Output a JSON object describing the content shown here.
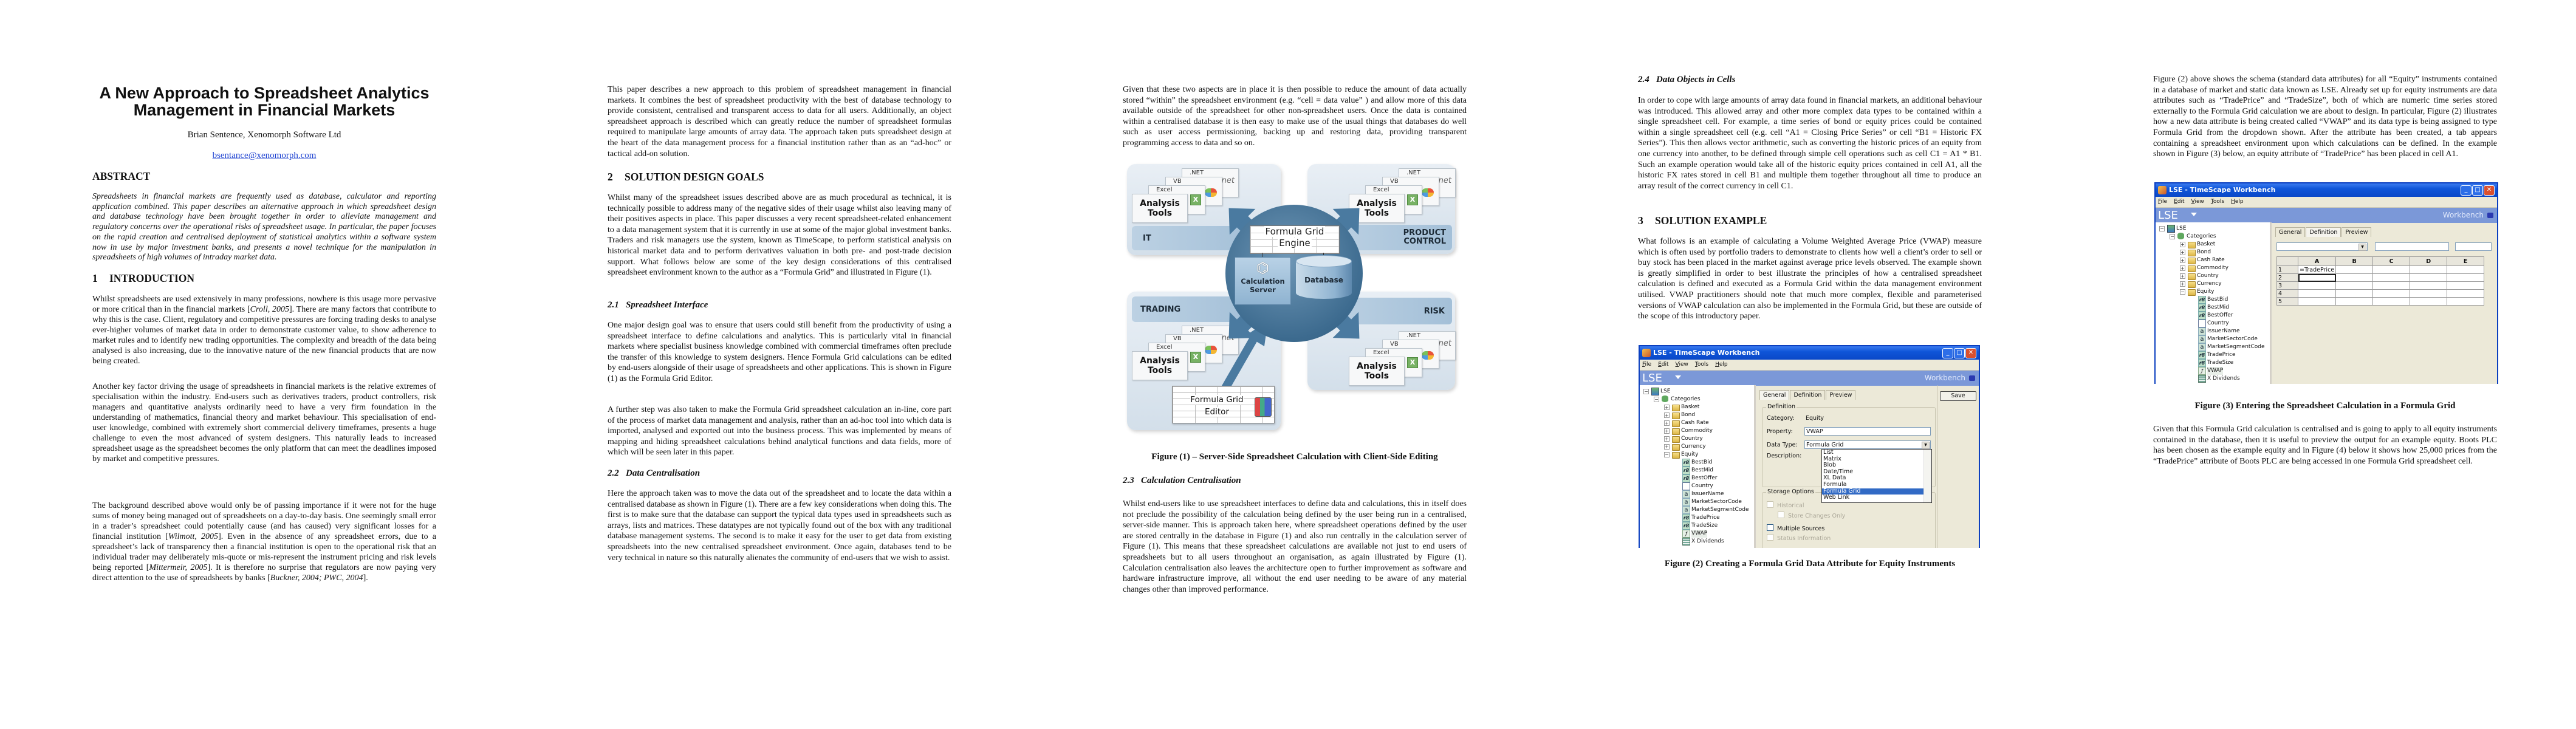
{
  "page1": {
    "title_line1": "A New Approach to Spreadsheet Analytics",
    "title_line2": "Management in Financial Markets",
    "author": "Brian Sentence, Xenomorph Software Ltd",
    "email": "bsentance@xenomorph.com",
    "abstract_heading": "ABSTRACT",
    "abstract": "Spreadsheets in financial markets are frequently used as database, calculator and reporting application combined. This paper describes an alternative approach in which spreadsheet design and database technology have been brought together in order to alleviate management and regulatory concerns over the operational risks of spreadsheet usage. In particular, the paper focuses on the rapid creation and centralised deployment of statistical analytics within a software system now in use by major investment banks, and presents a novel technique for the manipulation in spreadsheets of high volumes of intraday market data.",
    "section1_num": "1",
    "section1_title": "INTRODUCTION",
    "intro": [
      [
        "Whilst spreadsheets are used extensively in many professions, nowhere is this usage more pervasive or more critical than in the financial markets [",
        "Croll, 2005",
        "]. There are many factors that contribute to why this is the case. Client, regulatory and competitive pressures are forcing trading desks to analyse ever-higher volumes of market data in order to demonstrate customer value, to show adherence to market rules and to identify new trading opportunities. The complexity and breadth of the data being analysed is also increasing, due to the innovative nature of the new financial products that are now being created."
      ],
      [
        "Another key factor driving the usage of spreadsheets in financial markets is the relative extremes of specialisation within the industry. End-users such as derivatives traders, product controllers, risk managers and quantitative analysts ordinarily need to have a very firm foundation in the understanding of mathematics, financial theory and market behaviour. This specialisation of end-user knowledge, combined with extremely short commercial delivery timeframes, presents a huge challenge to even the most advanced of system designers. This naturally leads to increased spreadsheet usage as the spreadsheet becomes the only platform that can meet the deadlines imposed by market and competitive pressures."
      ],
      [
        "The background described above would only be of passing importance if it were not for the huge sums of money being managed out of spreadsheets on a day-to-day basis. One seemingly small error in a trader’s spreadsheet could potentially cause (and has caused) very significant losses for a financial institution [",
        "Wilmott, 2005",
        "]. Even in the absence of any spreadsheet errors, due to a spreadsheet’s lack of transparency then a financial institution is open to the operational risk that an individual trader may deliberately mis-quote or mis-represent the instrument pricing and risk levels being reported [",
        "Mittermeir, 2005",
        "]. It is therefore no surprise that regulators are now paying very direct attention to the use of spreadsheets by banks [",
        "Buckner, 2004;  PWC, 2004",
        "]."
      ]
    ]
  },
  "page2": {
    "intro_cont": "This paper describes a new approach to this problem of spreadsheet management in financial markets. It combines the best of spreadsheet productivity with the best of database technology to provide consistent, centralised and transparent access to data for all users. Additionally, an object spreadsheet approach is described which can greatly reduce the number of spreadsheet formulas required to manipulate large amounts of array data. The approach taken puts spreadsheet design at the heart of the data management process for a financial institution rather than as an “ad-hoc” or tactical add-on solution.",
    "section2_num": "2",
    "section2_title": "SOLUTION DESIGN GOALS",
    "section2_text": "Whilst many of the spreadsheet issues described above are as much procedural as technical, it is technically possible to address many of the negative sides of their usage whilst also leaving many of their positives aspects in place. This paper discusses a very recent spreadsheet-related enhancement to a data management system that it is currently in use at some of the major global investment banks. Traders and risk managers use the system, known as TimeScape, to perform statistical analysis on historical market data and to perform derivatives valuation in both pre- and post-trade decision support. What follows below are some of the key design considerations of this centralised spreadsheet environment known to the author as a “Formula Grid” and illustrated in Figure (1).",
    "sub21_num": "2.1",
    "sub21_title": "Spreadsheet Interface",
    "sub21_p1": "One major design goal was to ensure that users could still benefit from the productivity of using a spreadsheet interface to define calculations and analytics. This is particularly vital in financial markets where specialist business knowledge combined with commercial timeframes often preclude the transfer of this knowledge to system designers. Hence Formula Grid calculations can be edited by end-users alongside of their usage of spreadsheets and other applications. This is shown in Figure (1) as the Formula Grid Editor.",
    "sub21_p2": "A further step was also taken to make the Formula Grid spreadsheet calculation an in-line, core part of the process of market data management and analysis, rather than an ad-hoc tool into which data is imported, analysed and exported out into the business process. This was implemented by means of mapping and hiding spreadsheet calculations behind analytical functions and data fields, more of which will be seen later in this paper.",
    "sub22_num": "2.2",
    "sub22_title": "Data Centralisation",
    "sub22_p1": "Here the approach taken was to move the data out of the spreadsheet and to locate the data within a centralised database as shown in Figure (1). There are a few key considerations when doing this. The first is to make sure that the database can support the typical data types used in spreadsheets such as arrays, lists and matrices. These datatypes are not typically found out of the box with any traditional database management systems. The second is to make it easy for the user to get data from existing spreadsheets into the new centralised spreadsheet environment. Once again, databases tend to be very technical in nature so this naturally alienates the community of end-users that we wish to assist."
  },
  "page3": {
    "p1": "Given that these two aspects are in place it is then possible to reduce the amount of data actually stored “within” the spreadsheet environment (e.g. “cell = data value” ) and allow more of this data available outside of the spreadsheet for other non-spreadsheet users. Once the data is contained within a centralised database it is then easy to make use of the usual things that databases do well such as user access permissioning, backing up and restoring data, providing transparent programming access to data and so on.",
    "sub23_num": "2.3",
    "sub23_title": "Calculation Centralisation",
    "sub23_p1": "Whilst end-users like to use spreadsheet interfaces to define data and calculations, this in itself does not preclude the possibility of the calculation being defined by the user being run in a centralised, server-side manner. This is approach taken here, where spreadsheet operations defined by the user are stored centrally in the database in Figure (1) and also run centrally in the calculation server of Figure (1). This means that these spreadsheet calculations are available not just to end users of spreadsheets but to all users throughout an organisation, as again illustrated by Figure (1). Calculation centralisation also leaves the architecture open to further improvement as software and hardware infrastructure improve, all without the end user needing to be aware of any material changes other than improved performance."
  },
  "figure1": {
    "caption": "Figure (1) – Server-Side Spreadsheet Calculation with Client-Side Editing",
    "engine_line1": "Formula Grid",
    "engine_line2": "Engine",
    "calc_line1": "Calculation",
    "calc_line2": "Server",
    "database": "Database",
    "dept_it": "IT",
    "dept_product_control": "PRODUCT CONTROL",
    "dept_trading": "TRADING",
    "dept_risk": "RISK",
    "tool_front": "Analysis Tools",
    "tool_excel": "Excel",
    "tool_vb": "VB",
    "tool_net": ".NET",
    "net_logo": ".net",
    "editor_line1": "Formula Grid",
    "editor_line2": "Editor",
    "colors": {
      "circle": "#3d6b8f",
      "panel": "#dfe8f0",
      "bar": "#a9c4da"
    }
  },
  "page4": {
    "sub24_num": "2.4",
    "sub24_title": "Data Objects in Cells",
    "sub24_p1": "In order to cope with large amounts of array data found in financial markets, an additional behaviour was introduced. This allowed array and other more complex data types to be contained within a single spreadsheet cell. For example, a time series of bond or equity prices could be contained within a single spreadsheet cell (e.g. cell “A1 = Closing Price Series” or cell “B1 = Historic FX Series”). This then allows vector arithmetic, such as converting the historic prices of an equity from one currency into another, to be defined through simple cell operations such as cell C1 = A1 * B1. Such an example operation would take all of the historic equity prices contained in cell A1, all the historic FX rates stored in cell B1 and multiple them together throughout all time to produce an array result of the correct currency in cell C1.",
    "section3_num": "3",
    "section3_title": "SOLUTION EXAMPLE",
    "section3_p1": "What follows is an example of calculating a Volume Weighted Average Price (VWAP) measure which is often used by portfolio traders to demonstrate to clients how well a client’s order to sell or buy stock has been placed in the market against average price levels observed. The example shown is greatly simplified in order to best illustrate the principles of how a centralised spreadsheet calculation is defined and executed as a Formula Grid within the data management environment utilised. VWAP practitioners should note that much more complex, flexible and parameterised versions of VWAP calculation can also be implemented in the Formula Grid, but these are outside of the scope of this introductory paper."
  },
  "workbench": {
    "title": "LSE - TimeScape Workbench",
    "menu": [
      "File",
      "Edit",
      "View",
      "Tools",
      "Help"
    ],
    "db": "LSE",
    "band_right": "Workbench",
    "tree_root": "LSE",
    "tree_categories": "Categories",
    "folders": [
      "Basket",
      "Bond",
      "Cash Rate",
      "Commodity",
      "Country",
      "Currency",
      "Equity"
    ],
    "attributes": [
      {
        "icon": "r8",
        "label": "BestBid"
      },
      {
        "icon": "r8",
        "label": "BestMid"
      },
      {
        "icon": "r8",
        "label": "BestOffer"
      },
      {
        "icon": "flag",
        "label": "Country"
      },
      {
        "icon": "a",
        "label": "IssuerName"
      },
      {
        "icon": "a",
        "label": "MarketSectorCode"
      },
      {
        "icon": "a",
        "label": "MarketSegmentCode"
      },
      {
        "icon": "r8",
        "label": "TradePrice"
      },
      {
        "icon": "r8",
        "label": "TradeSize"
      },
      {
        "icon": "formula",
        "label": "VWAP"
      },
      {
        "icon": "table",
        "label": "X Dividends"
      }
    ],
    "tabs": [
      "General",
      "Definition",
      "Preview"
    ],
    "colors": {
      "titlebar": "#0a48c8",
      "band": "#7b98d8",
      "selection": "#316ac5"
    }
  },
  "figure2": {
    "caption": "Figure (2) Creating a Formula Grid Data Attribute for Equity Instruments",
    "group_definition": "Definition",
    "category_label": "Category:",
    "category_value": "Equity",
    "property_label": "Property:",
    "property_value": "VWAP",
    "datatype_label": "Data Type:",
    "datatype_value": "Formula Grid",
    "description_label": "Description:",
    "datatype_options": [
      "List",
      "Matrix",
      "Blob",
      "Date/Time",
      "XL Data",
      "Formula",
      "Formula Grid",
      "Web Link"
    ],
    "selected_option_index": 6,
    "storage_label": "Storage Options",
    "checkboxes": [
      {
        "label": "Historical",
        "enabled": false
      },
      {
        "label": "Store Changes Only",
        "enabled": false
      },
      {
        "label": "Multiple Sources",
        "enabled": true
      },
      {
        "label": "Status Information",
        "enabled": false
      }
    ],
    "save": "Save"
  },
  "page5": {
    "p1": "Figure (2) above shows the schema (standard data attributes) for all “Equity” instruments contained in a database of market and static data known as LSE. Already set up for equity instruments are data attributes such as “TradePrice” and “TradeSize”, both of which are numeric time series stored externally to the Formula Grid calculation we are about to design. In particular, Figure (2) illustrates how a new data attribute is being created called “VWAP” and its data type is being assigned to type Formula Grid from the dropdown shown. After the attribute has been created, a tab appears containing a spreadsheet environment upon which calculations can be defined. In the example shown in Figure (3) below, an equity attribute of “TradePrice” has been placed in cell A1.",
    "p2": "Given that this Formula Grid calculation is centralised and is going to apply to all equity instruments contained in the database, then it is useful to preview the output for an example equity. Boots PLC has been chosen as the example equity and in Figure (4) below it shows how 25,000 prices from the “TradePrice” attribute of Boots PLC are being accessed in one Formula Grid spreadsheet cell."
  },
  "figure3": {
    "caption": "Figure (3) Entering the Spreadsheet Calculation in a Formula Grid",
    "columns": [
      "A",
      "B",
      "C",
      "D",
      "E"
    ],
    "rows": [
      "1",
      "2",
      "3",
      "4",
      "5"
    ],
    "cell_a1": "=TradePrice"
  }
}
